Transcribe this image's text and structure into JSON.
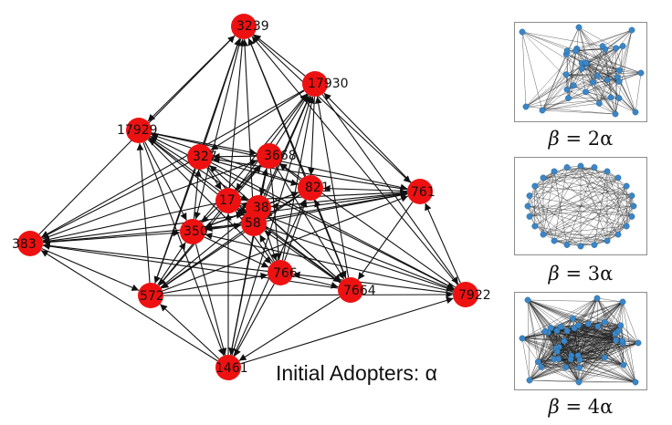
{
  "main_graph": {
    "name": "initial-adopters-network",
    "node_color": "#ee1111",
    "edge_color": "#111111",
    "nodes": [
      {
        "id": "3239"
      },
      {
        "id": "17930"
      },
      {
        "id": "17929"
      },
      {
        "id": "327"
      },
      {
        "id": "3668"
      },
      {
        "id": "821"
      },
      {
        "id": "761"
      },
      {
        "id": "17"
      },
      {
        "id": "38"
      },
      {
        "id": "58"
      },
      {
        "id": "350"
      },
      {
        "id": "383"
      },
      {
        "id": "766"
      },
      {
        "id": "572"
      },
      {
        "id": "7664"
      },
      {
        "id": "7922"
      },
      {
        "id": "1461"
      }
    ]
  },
  "caption": "Initial Adopters: α",
  "thumbnails": [
    {
      "beta_symbol": "β",
      "beta_rest": " = 2α",
      "layout": "clustered",
      "node_color": "#3a86c8"
    },
    {
      "beta_symbol": "β",
      "beta_rest": " = 3α",
      "layout": "circular",
      "node_color": "#3a86c8"
    },
    {
      "beta_symbol": "β",
      "beta_rest": " = 4α",
      "layout": "dense",
      "node_color": "#3a86c8"
    }
  ]
}
